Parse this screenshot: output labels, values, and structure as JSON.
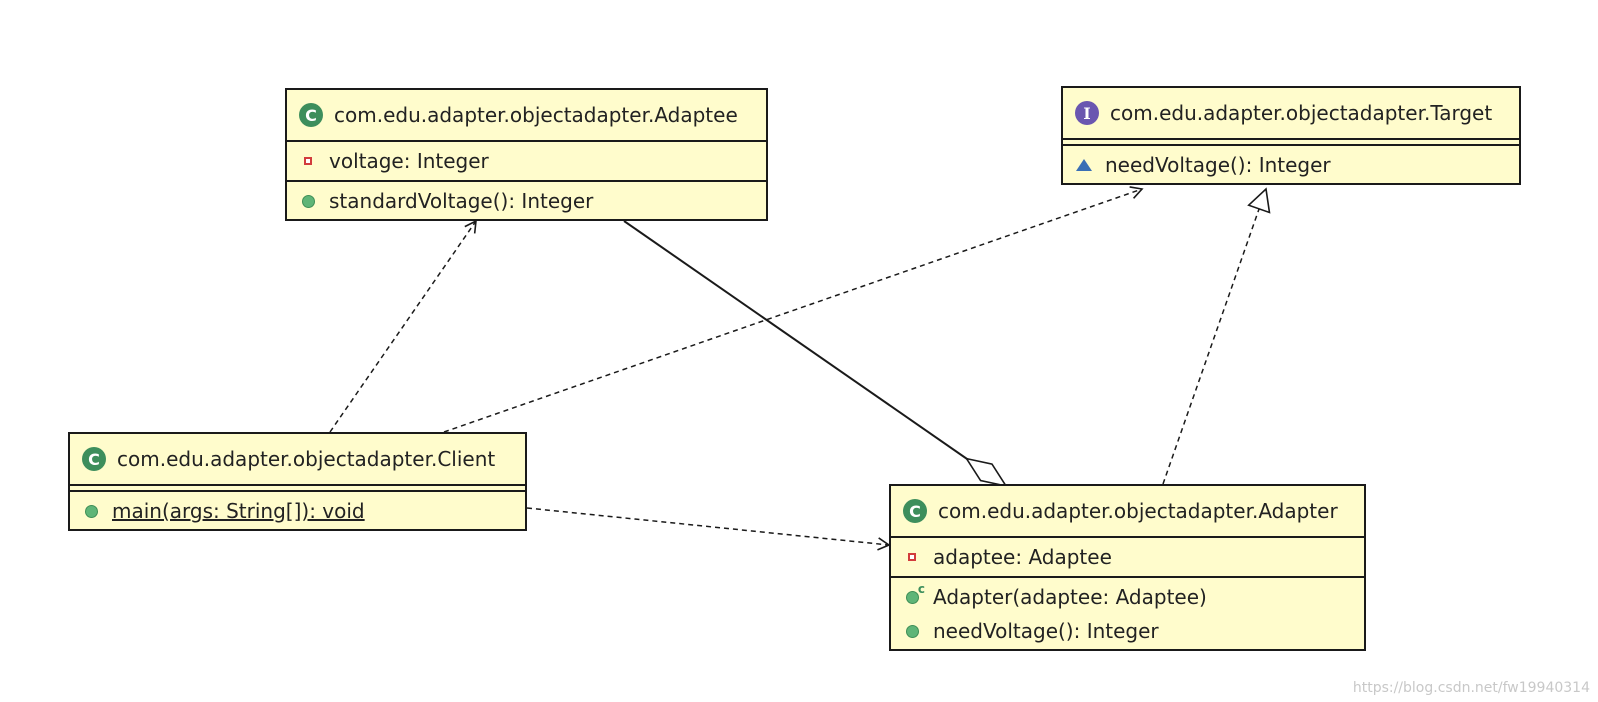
{
  "classes": {
    "adaptee": {
      "kind": "class",
      "badge_letter": "C",
      "name": "com.edu.adapter.objectadapter.Adaptee",
      "attributes": [
        {
          "visibility": "private",
          "text": "voltage: Integer"
        }
      ],
      "methods": [
        {
          "visibility": "public",
          "text": "standardVoltage(): Integer"
        }
      ]
    },
    "target": {
      "kind": "interface",
      "badge_letter": "I",
      "name": "com.edu.adapter.objectadapter.Target",
      "attributes": [],
      "methods": [
        {
          "visibility": "package",
          "text": "needVoltage(): Integer"
        }
      ]
    },
    "client": {
      "kind": "class",
      "badge_letter": "C",
      "name": "com.edu.adapter.objectadapter.Client",
      "attributes": [],
      "methods": [
        {
          "visibility": "public",
          "static": true,
          "text": " main(args: String[]): void"
        }
      ]
    },
    "adapter": {
      "kind": "class",
      "badge_letter": "C",
      "name": "com.edu.adapter.objectadapter.Adapter",
      "attributes": [
        {
          "visibility": "private",
          "text": "adaptee: Adaptee"
        }
      ],
      "methods": [
        {
          "visibility": "constructor",
          "constructor_mark": "c",
          "text": "Adapter(adaptee: Adaptee)"
        },
        {
          "visibility": "public",
          "text": "needVoltage(): Integer"
        }
      ]
    }
  },
  "relationships": [
    {
      "type": "dependency",
      "from": "client",
      "to": "adaptee"
    },
    {
      "type": "dependency",
      "from": "client",
      "to": "target"
    },
    {
      "type": "dependency",
      "from": "client",
      "to": "adapter"
    },
    {
      "type": "aggregation",
      "from": "adapter",
      "to": "adaptee"
    },
    {
      "type": "realization",
      "from": "adapter",
      "to": "target"
    }
  ],
  "colors": {
    "box_fill": "#fffccc",
    "border": "#1a1a1a",
    "class_badge": "#3d8e5c",
    "interface_badge": "#6a56b0",
    "private_marker": "#d23c3c",
    "public_marker": "#5fb577",
    "package_marker": "#3a6fb5"
  },
  "watermark": "https://blog.csdn.net/fw19940314"
}
